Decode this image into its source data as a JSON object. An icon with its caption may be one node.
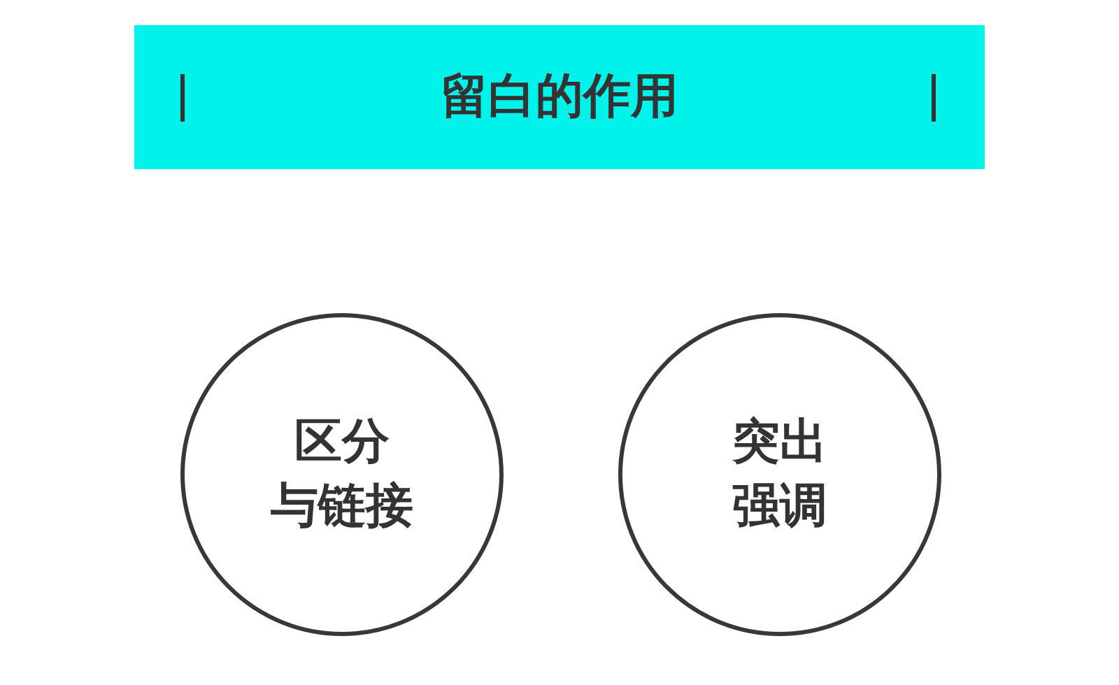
{
  "diagram": {
    "nodes": [
      {
        "text": [
          "留白的作用"
        ]
      },
      {
        "text": [
          "区分与链接"
        ]
      },
      {
        "text": [
          "突出强调"
        ]
      }
    ]
  }
}
